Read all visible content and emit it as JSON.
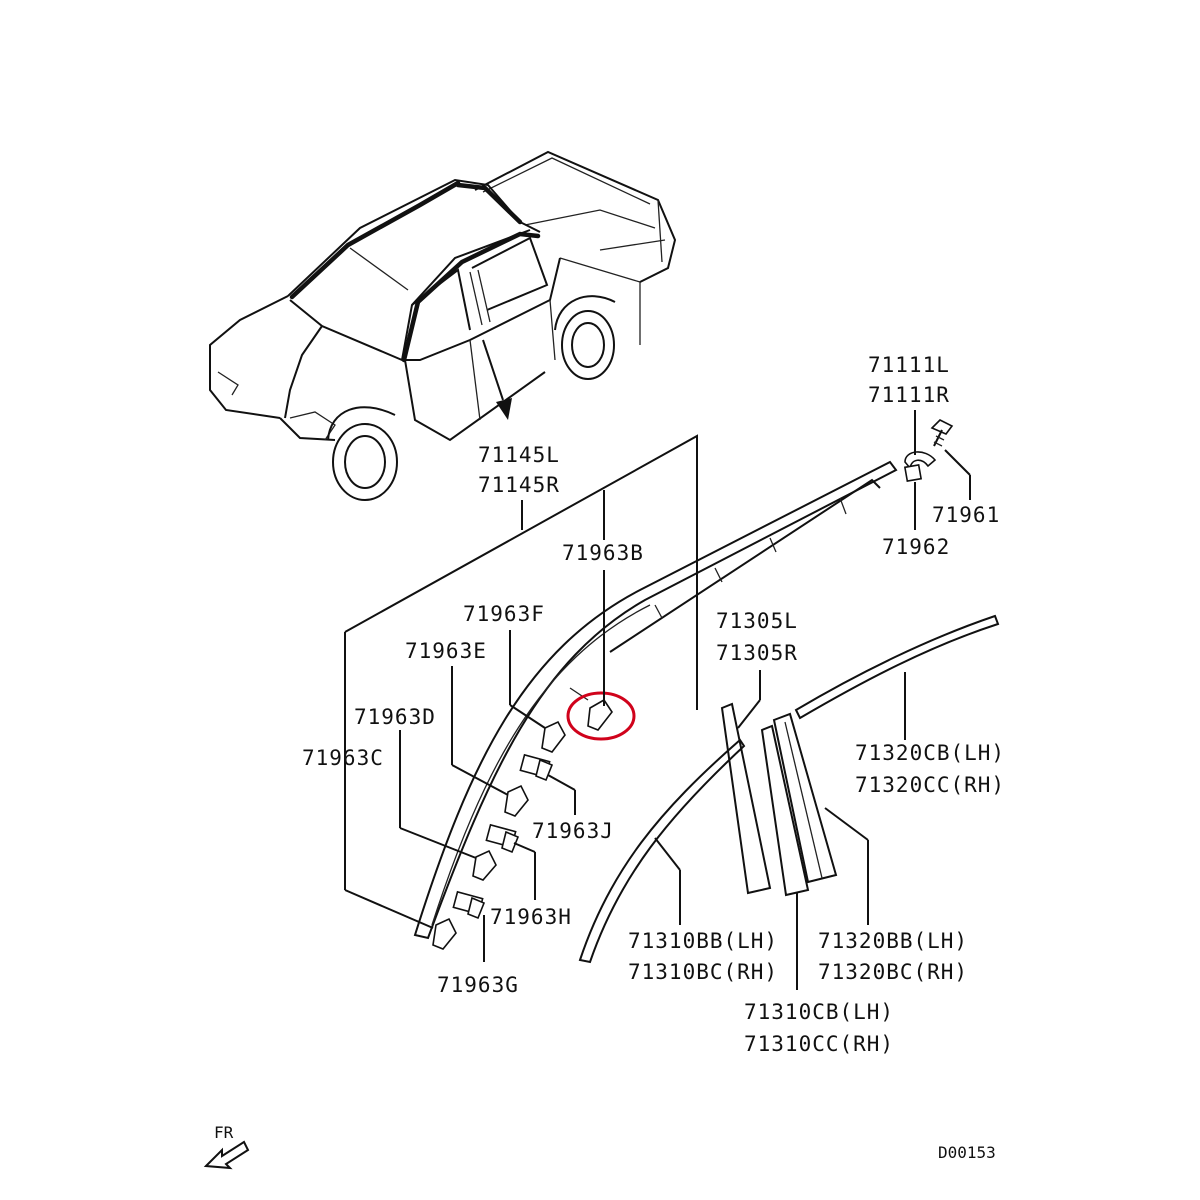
{
  "diagram": {
    "highlight_color": "#d0021b",
    "line_color": "#111111",
    "parts": {
      "p71111L": "71111L",
      "p71111R": "71111R",
      "p71145L": "71145L",
      "p71145R": "71145R",
      "p71961": "71961",
      "p71962": "71962",
      "p71963B": "71963B",
      "p71963F": "71963F",
      "p71963E": "71963E",
      "p71963D": "71963D",
      "p71963C": "71963C",
      "p71963J": "71963J",
      "p71963H": "71963H",
      "p71963G": "71963G",
      "p71305L": "71305L",
      "p71305R": "71305R",
      "p71320CB": "71320CB(LH)",
      "p71320CC": "71320CC(RH)",
      "p71310BB": "71310BB(LH)",
      "p71310BC": "71310BC(RH)",
      "p71320BB": "71320BB(LH)",
      "p71320BC": "71320BC(RH)",
      "p71310CB": "71310CB(LH)",
      "p71310CC": "71310CC(RH)"
    },
    "direction_label": "FR",
    "diagram_code": "D00153",
    "icons": {
      "vehicle": "pickup-truck-outline",
      "direction": "front-arrow-icon",
      "fastener": "screw-icon"
    }
  }
}
